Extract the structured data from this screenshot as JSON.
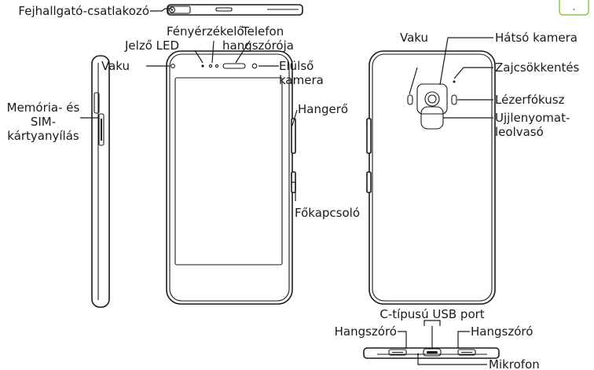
{
  "labels": {
    "headphone_jack": "Fejhallgató-csatlakozó",
    "light_sensor": "Fényérzékelő",
    "earpiece_line1": "Telefon",
    "earpiece_line2": "hangszórója",
    "led": "Jelző LED",
    "flash_front": "Vaku",
    "front_camera_line1": "Elülső",
    "front_camera_line2": "kamera",
    "sim_line1": "Memória- és",
    "sim_line2": "SIM-",
    "sim_line3": "kártyanyílás",
    "volume": "Hangerő",
    "power": "Főkapcsoló",
    "flash_rear": "Vaku",
    "rear_camera": "Hátsó kamera",
    "noise_cancel": "Zajcsökkentés",
    "laser_focus": "Lézerfókusz",
    "fingerprint_line1": "Ujjlenyomat-",
    "fingerprint_line2": "leolvasó",
    "usb_port": "C-típusú USB port",
    "speaker_left": "Hangszóró",
    "speaker_right": "Hangszóró",
    "microphone": "Mikrofon"
  },
  "colors": {
    "line": "#1a1a1a",
    "accent": "#8dc63f"
  }
}
